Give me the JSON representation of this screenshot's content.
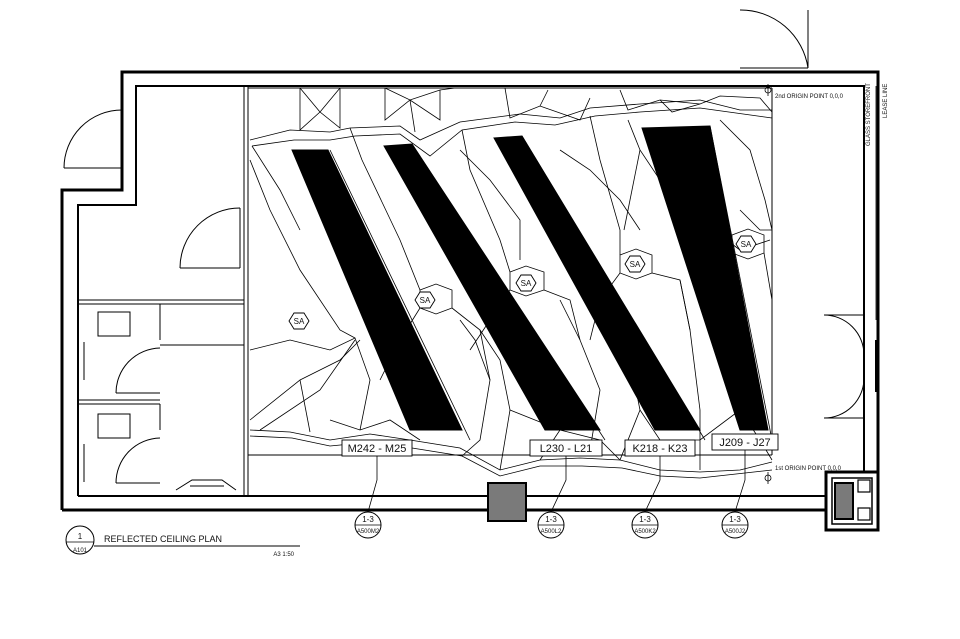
{
  "drawing": {
    "title": "REFLECTED CEILING PLAN",
    "number": "1",
    "sheet": "A101",
    "scale": "A3 1:50"
  },
  "origin_points": {
    "second": "2nd ORIGIN POINT 0,0,0",
    "first": "1st ORIGIN POINT 0,0,0"
  },
  "side_notes": {
    "glass_storefront": "GLASS STOREFRONT",
    "lease_line": "LEASE LINE"
  },
  "panel_tags": [
    "SA",
    "SA",
    "SA",
    "SA",
    "SA"
  ],
  "panel_ranges": [
    "M242 - M25",
    "L230 - L21",
    "K218 - K23",
    "J209 - J27"
  ],
  "section_callouts": [
    {
      "num": "1-3",
      "sheet": "A500M2"
    },
    {
      "num": "1-3",
      "sheet": "A500L2"
    },
    {
      "num": "1-3",
      "sheet": "A500K2"
    },
    {
      "num": "1-3",
      "sheet": "A500J2"
    }
  ]
}
